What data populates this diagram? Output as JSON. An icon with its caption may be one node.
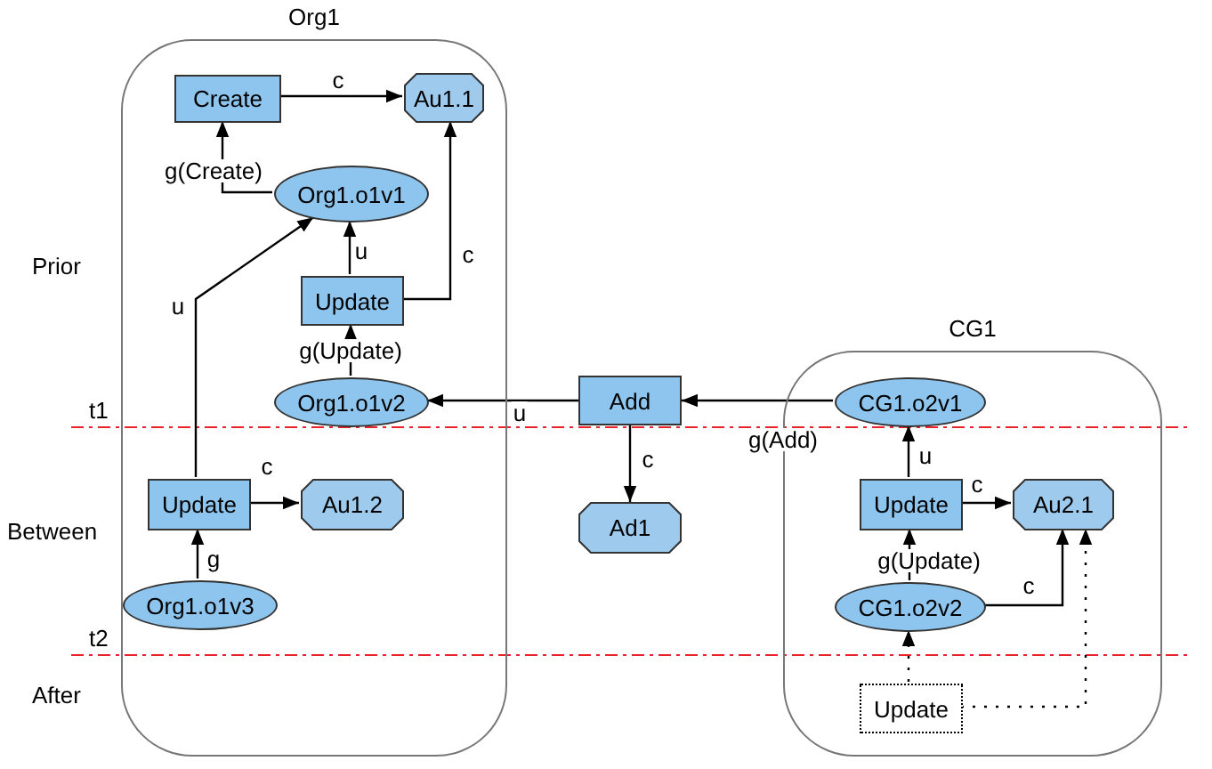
{
  "diagram": {
    "nodes": [
      {
        "text": [
          "Org1"
        ]
      },
      {
        "text": [
          "Create"
        ],
        "in": 0
      },
      {
        "text": [
          "Au1.1"
        ],
        "in": 0
      },
      {
        "text": [
          "Org1.o1v1"
        ],
        "in": 0
      },
      {
        "text": [
          "Update"
        ],
        "in": 0
      },
      {
        "text": [
          "Org1.o1v2"
        ],
        "in": 0
      },
      {
        "text": [
          "Update"
        ],
        "in": 0
      },
      {
        "text": [
          "Au1.2"
        ],
        "in": 0
      },
      {
        "text": [
          "Org1.o1v3"
        ],
        "in": 0
      },
      {
        "text": [
          "Add"
        ]
      },
      {
        "text": [
          "Ad1"
        ]
      },
      {
        "text": [
          "CG1"
        ]
      },
      {
        "text": [
          "CG1.o2v1"
        ],
        "in": 11
      },
      {
        "text": [
          "Update"
        ],
        "in": 11
      },
      {
        "text": [
          "Au2.1"
        ],
        "in": 11
      },
      {
        "text": [
          "CG1.o2v2"
        ],
        "in": 11
      },
      {
        "text": [
          "Update"
        ],
        "in": 11
      }
    ],
    "edges": [
      {
        "from": 1,
        "to": 2,
        "arrow": "to",
        "label": "c"
      },
      {
        "from": 3,
        "to": 1,
        "arrow": "to",
        "label": "g(Create)"
      },
      {
        "from": 4,
        "to": 3,
        "arrow": "to",
        "label": "u"
      },
      {
        "from": 4,
        "to": 2,
        "arrow": "to",
        "label": "c"
      },
      {
        "from": 5,
        "to": 4,
        "arrow": "to",
        "label": "g(Update)"
      },
      {
        "from": 6,
        "to": 3,
        "arrow": "to",
        "label": "u"
      },
      {
        "from": 9,
        "to": 5,
        "arrow": "to",
        "label": "u"
      },
      {
        "from": 6,
        "to": 7,
        "arrow": "to",
        "label": "c"
      },
      {
        "from": 8,
        "to": 6,
        "arrow": "to",
        "label": "g"
      },
      {
        "from": 12,
        "to": 9,
        "arrow": "to",
        "label": "g(Add)"
      },
      {
        "from": 9,
        "to": 10,
        "arrow": "to",
        "label": "c"
      },
      {
        "from": 13,
        "to": 12,
        "arrow": "to",
        "label": "u"
      },
      {
        "from": 13,
        "to": 14,
        "arrow": "to",
        "label": "c"
      },
      {
        "from": 15,
        "to": 13,
        "arrow": "to",
        "label": "g(Update)"
      },
      {
        "from": 15,
        "to": 14,
        "arrow": "to",
        "label": "c"
      },
      {
        "from": 16,
        "to": 15,
        "arrow": "to",
        "style": "dashed"
      },
      {
        "from": 16,
        "to": 14,
        "arrow": "to",
        "style": "dashed"
      }
    ],
    "labels": [
      "Prior",
      "t1",
      "Between",
      "t2",
      "After"
    ]
  }
}
